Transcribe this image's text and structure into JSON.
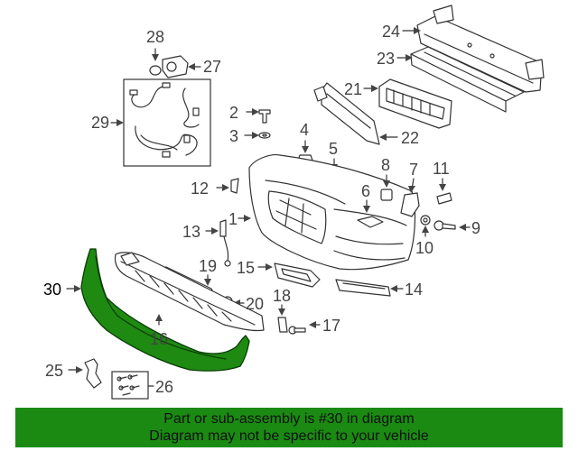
{
  "labels": {
    "p1": "1",
    "p2": "2",
    "p3": "3",
    "p4": "4",
    "p5": "5",
    "p6": "6",
    "p7": "7",
    "p8": "8",
    "p9": "9",
    "p10": "10",
    "p11": "11",
    "p12": "12",
    "p13": "13",
    "p14": "14",
    "p15": "15",
    "p16": "16",
    "p17": "17",
    "p18": "18",
    "p19": "19",
    "p20": "20",
    "p21": "21",
    "p22": "22",
    "p23": "23",
    "p24": "24",
    "p25": "25",
    "p26": "26",
    "p27": "27",
    "p28": "28",
    "p29": "29",
    "p30": "30"
  },
  "highlighted_part": "30",
  "highlight_color": "#1e8a12",
  "banner": {
    "line1": "Part or sub-assembly is #30 in diagram",
    "line2": "Diagram may not be specific to your vehicle",
    "background": "#1a8a12"
  }
}
